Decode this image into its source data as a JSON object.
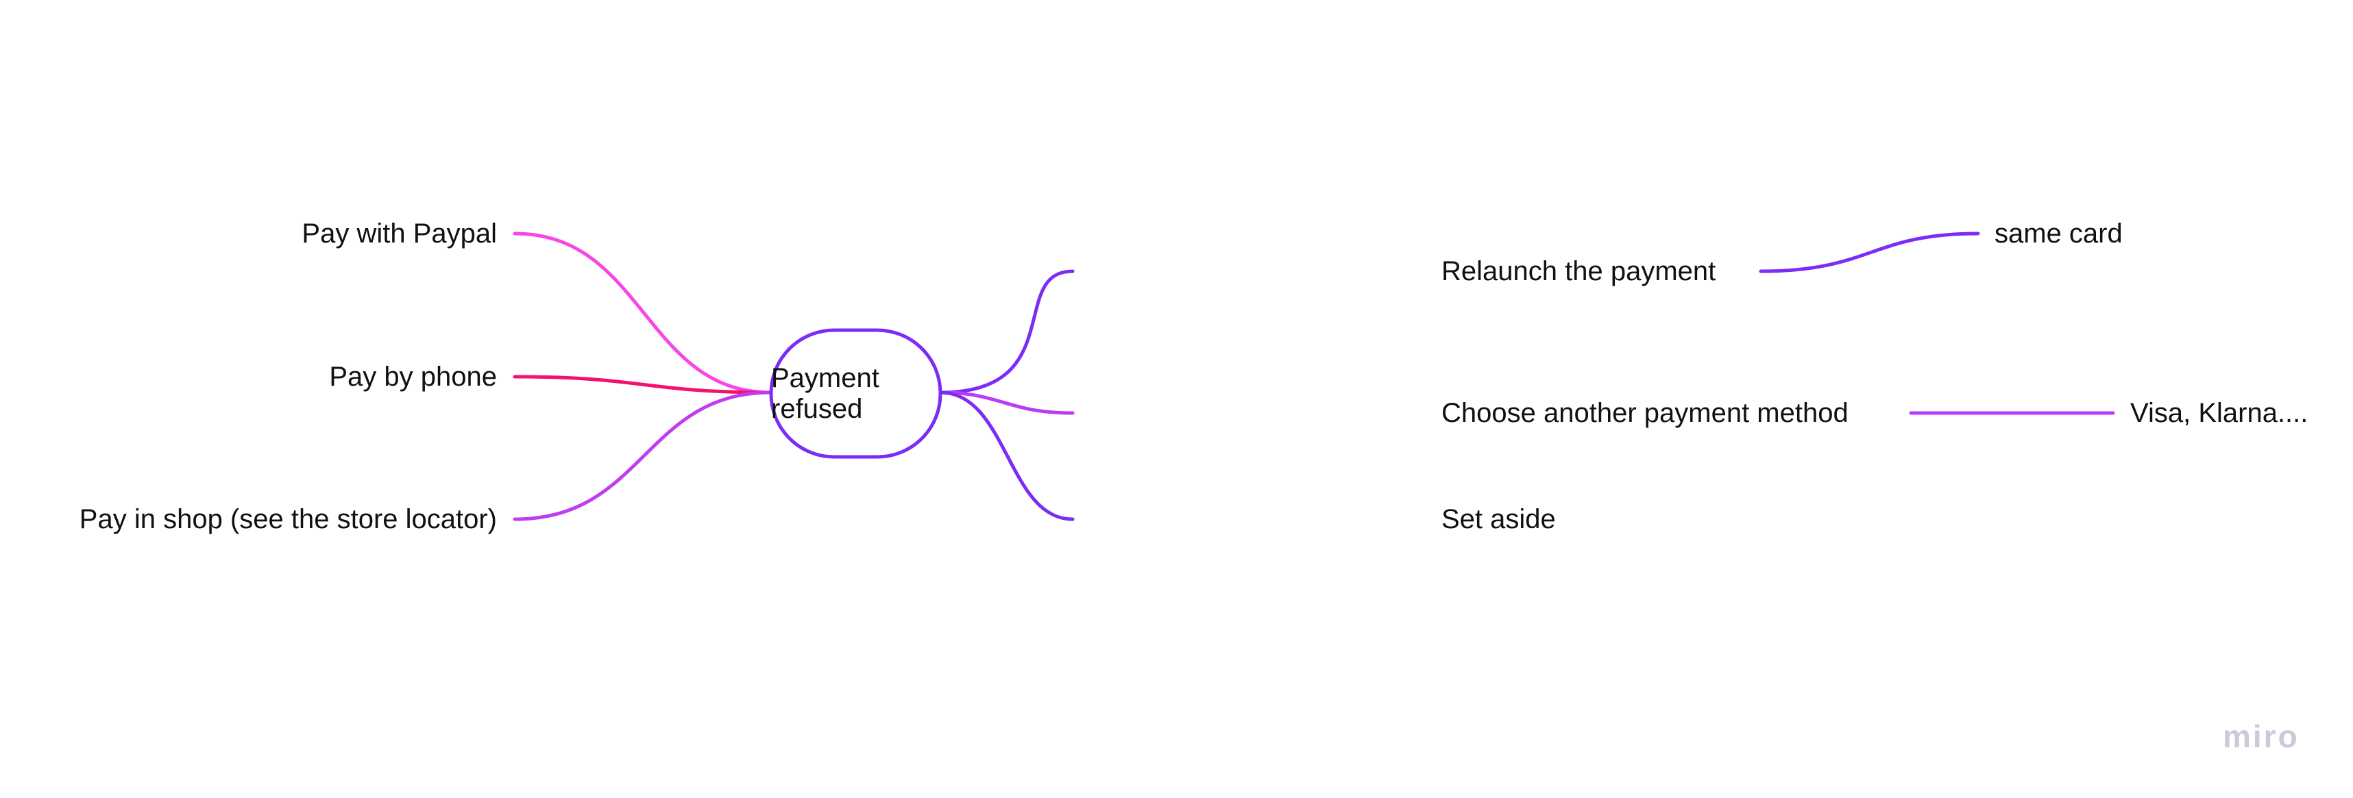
{
  "center": {
    "label": "Payment refused"
  },
  "left_branches": [
    {
      "label": "Pay with Paypal",
      "color": "#f646e6"
    },
    {
      "label": "Pay by phone",
      "color": "#f2126e"
    },
    {
      "label": "Pay in shop (see the store locator)",
      "color": "#c13cf0"
    }
  ],
  "right_branches": [
    {
      "label": "Relaunch the payment",
      "color": "#7b2cf5",
      "child": {
        "label": "same card",
        "color": "#7b2cf5"
      }
    },
    {
      "label": "Choose another payment method",
      "color": "#b83cf5",
      "child": {
        "label": "Visa, Klarna....",
        "color": "#b83cf5"
      }
    },
    {
      "label": "Set aside",
      "color": "#7b2cf5"
    }
  ],
  "center_border_color": "#7b2cf5",
  "logo": "miro"
}
